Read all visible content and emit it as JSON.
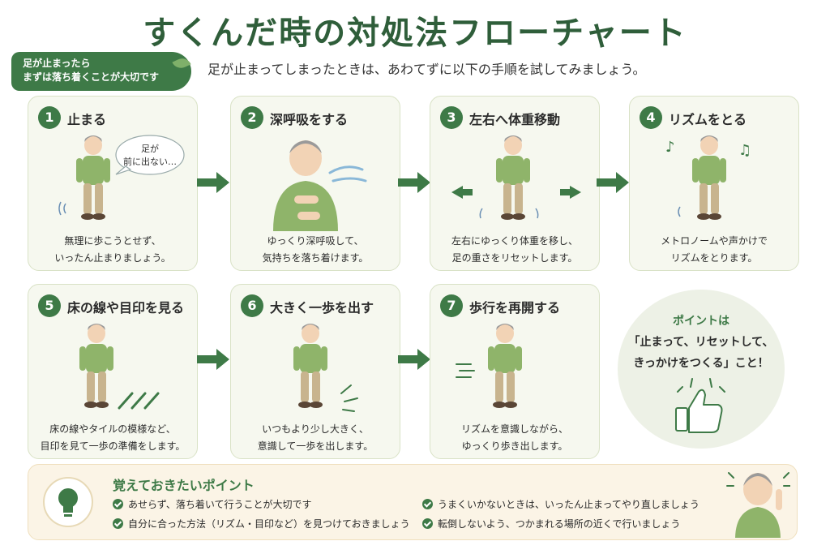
{
  "title": "すくんだ時の対処法フローチャート",
  "tag": {
    "line1": "足が止まったら",
    "line2": "まずは落ち着くことが大切です"
  },
  "subtitle": "足が止まってしまったときは、あわてずに以下の手順を試してみましょう。",
  "steps": [
    {
      "num": "1",
      "title": "止まる",
      "desc1": "無理に歩こうとせず、",
      "desc2": "いったん止まりましょう。",
      "bubble1": "足が",
      "bubble2": "前に出ない…"
    },
    {
      "num": "2",
      "title": "深呼吸をする",
      "desc1": "ゆっくり深呼吸して、",
      "desc2": "気持ちを落ち着けます。"
    },
    {
      "num": "3",
      "title": "左右へ体重移動",
      "desc1": "左右にゆっくり体重を移し、",
      "desc2": "足の重さをリセットします。"
    },
    {
      "num": "4",
      "title": "リズムをとる",
      "desc1": "メトロノームや声かけで",
      "desc2": "リズムをとります。"
    },
    {
      "num": "5",
      "title": "床の線や目印を見る",
      "desc1": "床の線やタイルの模様など、",
      "desc2": "目印を見て一歩の準備をします。"
    },
    {
      "num": "6",
      "title": "大きく一歩を出す",
      "desc1": "いつもより少し大きく、",
      "desc2": "意識して一歩を出します。"
    },
    {
      "num": "7",
      "title": "歩行を再開する",
      "desc1": "リズムを意識しながら、",
      "desc2": "ゆっくり歩き出します。"
    }
  ],
  "point": {
    "line1": "ポイントは",
    "line2": "「止まって、リセットして、",
    "line3": "きっかけをつくる」こと！"
  },
  "bottom": {
    "title": "覚えておきたいポイント",
    "items": [
      "あせらず、落ち着いて行うことが大切です",
      "自分に合った方法（リズム・目印など）を見つけておきましょう",
      "うまくいかないときは、いったん止まってやり直しましょう",
      "転倒しないよう、つかまれる場所の近くで行いましょう"
    ]
  },
  "colors": {
    "accent": "#3e7a47",
    "card_bg": "#f6f8ef",
    "shirt": "#8fb46a",
    "pants": "#c8b48e",
    "bottom_bg": "#fbf4e6"
  }
}
